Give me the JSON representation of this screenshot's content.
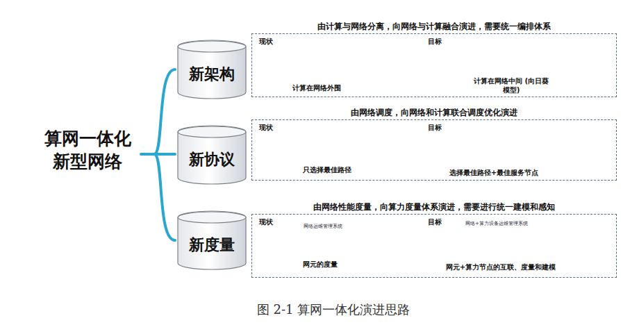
{
  "diagram": {
    "caption": "图 2-1 算网一体化演进思路",
    "nodes": [
      {
        "text": [
          "新架构"
        ]
      },
      {
        "text": [
          "由计算与网络分离，向网络与计算融合演进，需要统一编排体系",
          "现状",
          "计算在网络外围",
          "目标",
          "计算在网络中间 (向日葵模型)"
        ]
      },
      {
        "text": [
          "新协议"
        ]
      },
      {
        "text": [
          "由网络调度，向网络和计算联合调度优化演进",
          "现状",
          "只选择最佳路径",
          "目标",
          "选择最佳路径+最佳服务节点"
        ]
      },
      {
        "text": [
          "新度量"
        ]
      },
      {
        "text": [
          "由网络性能度量，向算力度量体系演进，需要进行统一建模和感知",
          "现状",
          "网元的度量",
          "目标",
          "网元+算力节点的互联、度量和建模"
        ]
      }
    ],
    "labels": [
      "算网一体化 新型网络",
      "网络运维管理系统",
      "网络+算力设备运维管理系统"
    ]
  }
}
